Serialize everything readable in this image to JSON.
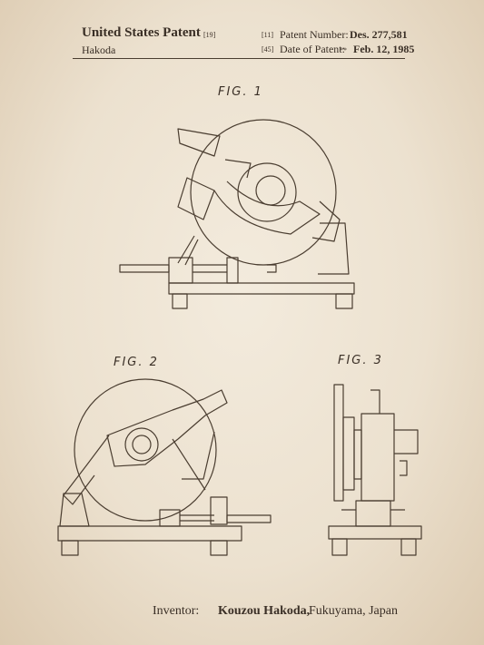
{
  "header": {
    "title": "United States Patent",
    "title_ref": "[19]",
    "inventor_short": "Hakoda",
    "patent_number_ref": "[11]",
    "patent_number_label": "Patent Number:",
    "patent_number": "Des. 277,581",
    "date_ref": "[45]",
    "date_label": "Date of Patent:",
    "date_mark": "**",
    "date": "Feb. 12, 1985"
  },
  "figures": {
    "fig1": "FIG. 1",
    "fig2": "FIG. 2",
    "fig3": "FIG. 3"
  },
  "footer": {
    "inventor_label": "Inventor:",
    "inventor_name": "Kouzou Hakoda,",
    "inventor_location": "Fukuyama, Japan"
  }
}
